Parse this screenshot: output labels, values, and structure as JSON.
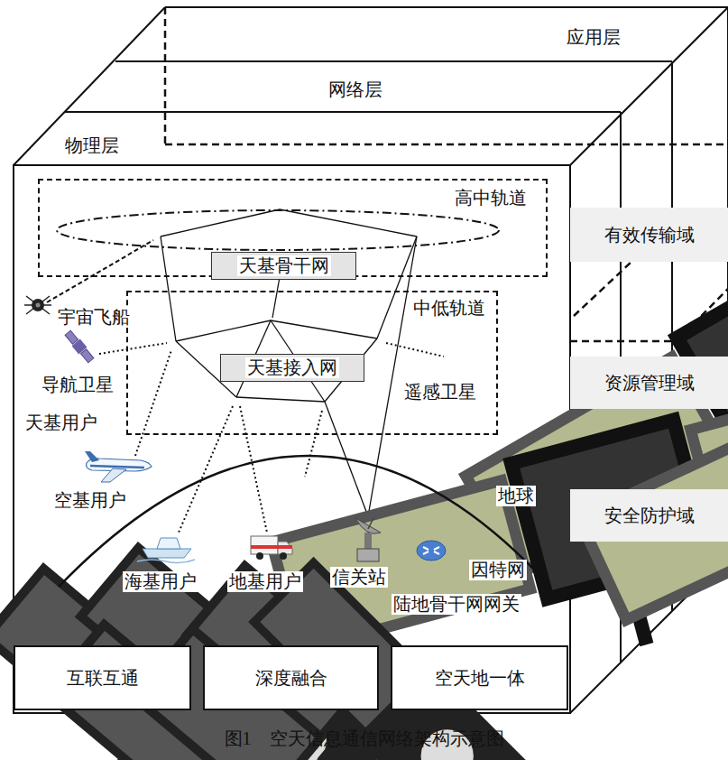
{
  "diagram": {
    "caption": "图1　空天信息通信网络架构示意图",
    "nodes": [
      {
        "text": [
          "高中轨道"
        ]
      },
      {
        "text": [
          "天基骨干网"
        ],
        "in": 0
      },
      {
        "text": [
          "中低轨道"
        ]
      },
      {
        "text": [
          "天基接入网"
        ],
        "in": 2
      },
      {
        "text": [
          "有效传输域"
        ]
      },
      {
        "text": [
          "资源管理域"
        ]
      },
      {
        "text": [
          "安全防护域"
        ]
      },
      {
        "text": [
          "互联互通"
        ]
      },
      {
        "text": [
          "深度融合"
        ]
      },
      {
        "text": [
          "空天地一体"
        ]
      }
    ],
    "labels": [
      "应用层",
      "网络层",
      "物理层",
      "宇宙飞船",
      "导航卫星",
      "天基用户",
      "遥感卫星",
      "空基用户",
      "地球",
      "海基用户",
      "地基用户",
      "信关站",
      "因特网",
      "陆地骨干网网关"
    ]
  }
}
